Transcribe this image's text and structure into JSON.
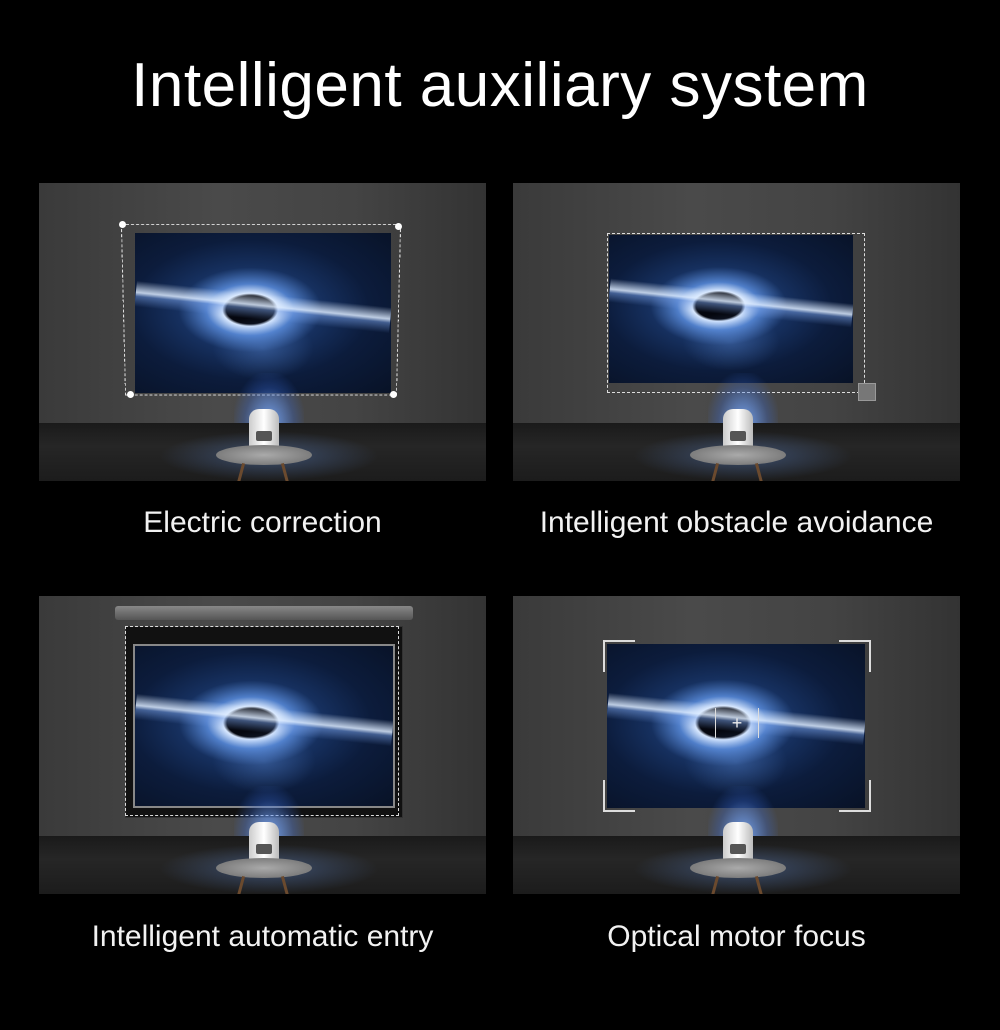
{
  "title": "Intelligent auxiliary system",
  "features": [
    {
      "caption": "Electric correction"
    },
    {
      "caption": "Intelligent obstacle avoidance"
    },
    {
      "caption": "Intelligent automatic entry"
    },
    {
      "caption": "Optical motor focus"
    }
  ]
}
